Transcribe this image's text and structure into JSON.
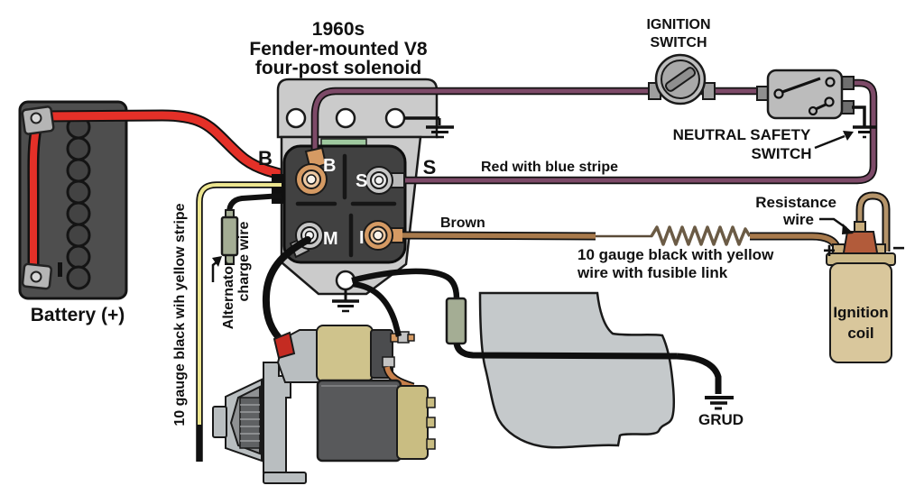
{
  "title": {
    "line1": "1960s",
    "line2": "Fender-mounted V8",
    "line3": "four-post solenoid"
  },
  "battery": {
    "label": "Battery (+)"
  },
  "ignition_switch": {
    "label_line1": "IGNITION",
    "label_line2": "SWITCH"
  },
  "neutral_safety_switch": {
    "label_line1": "NEUTRAL SAFETY",
    "label_line2": "SWITCH"
  },
  "solenoid": {
    "post_b": "B",
    "post_s": "S",
    "post_m": "M",
    "post_i": "I",
    "ext_b": "B",
    "ext_s": "S"
  },
  "wire_labels": {
    "red_blue_stripe": "Red with blue stripe",
    "brown": "Brown",
    "fusible_line1": "10 gauge black with yellow",
    "fusible_line2": "wire with fusible link",
    "resistance_line1": "Resistance",
    "resistance_line2": "wire",
    "yellow_stripe": "10 gauge black wih yellow stripe",
    "alternator_line1": "Alternator",
    "alternator_line2": "charge wire"
  },
  "ignition_coil": {
    "label_line1": "Ignition",
    "label_line2": "coil",
    "plus": "+",
    "minus": "−"
  },
  "ground": {
    "grud": "GRUD"
  },
  "colors": {
    "wire_red": "#e43028",
    "wire_purple": "#7d4a68",
    "wire_brown": "#a87a4c",
    "wire_yellow": "#ece58f",
    "wire_black": "#111111",
    "resistance_wire": "#6b5b45",
    "coil_body": "#d9c79c",
    "coil_tower": "#b25b3a",
    "coil_wire": "#b5946a",
    "copper_terminal": "#d59a63",
    "silver_terminal": "#c6c6c6",
    "solenoid_plate": "#cbcbcb",
    "solenoid_body": "#414141",
    "battery_body": "#4e4e4e",
    "engine_block": "#c5c9cb",
    "starter_metal": "#b9bec0",
    "starter_dark": "#58595b",
    "starter_khaki": "#cfc38c",
    "link_component": "#a4ad94",
    "green_strip": "#9fc89f"
  }
}
